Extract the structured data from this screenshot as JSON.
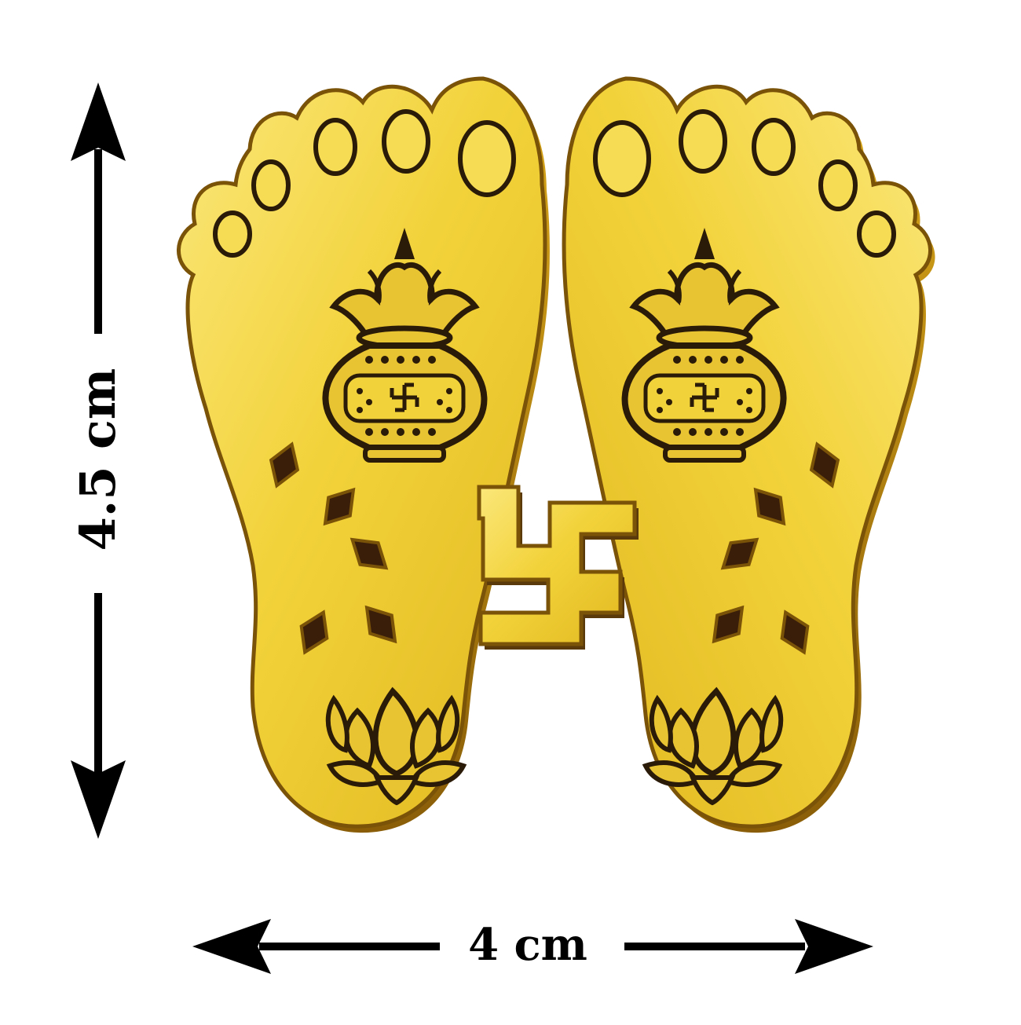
{
  "dimensions": {
    "height_label": "4.5 cm",
    "width_label": "4 cm"
  },
  "product": {
    "icons": [
      "charan-paduka-feet",
      "kalash-icon",
      "swastika-icon",
      "lotus-icon",
      "diamond-mark-icon",
      "toe-icon"
    ]
  },
  "colors": {
    "gold": "#f2d23a",
    "gold_light": "#fbe77a",
    "gold_dark": "#b88a10",
    "engraving": "#2a1a08",
    "arrow": "#000000",
    "background": "#ffffff"
  }
}
